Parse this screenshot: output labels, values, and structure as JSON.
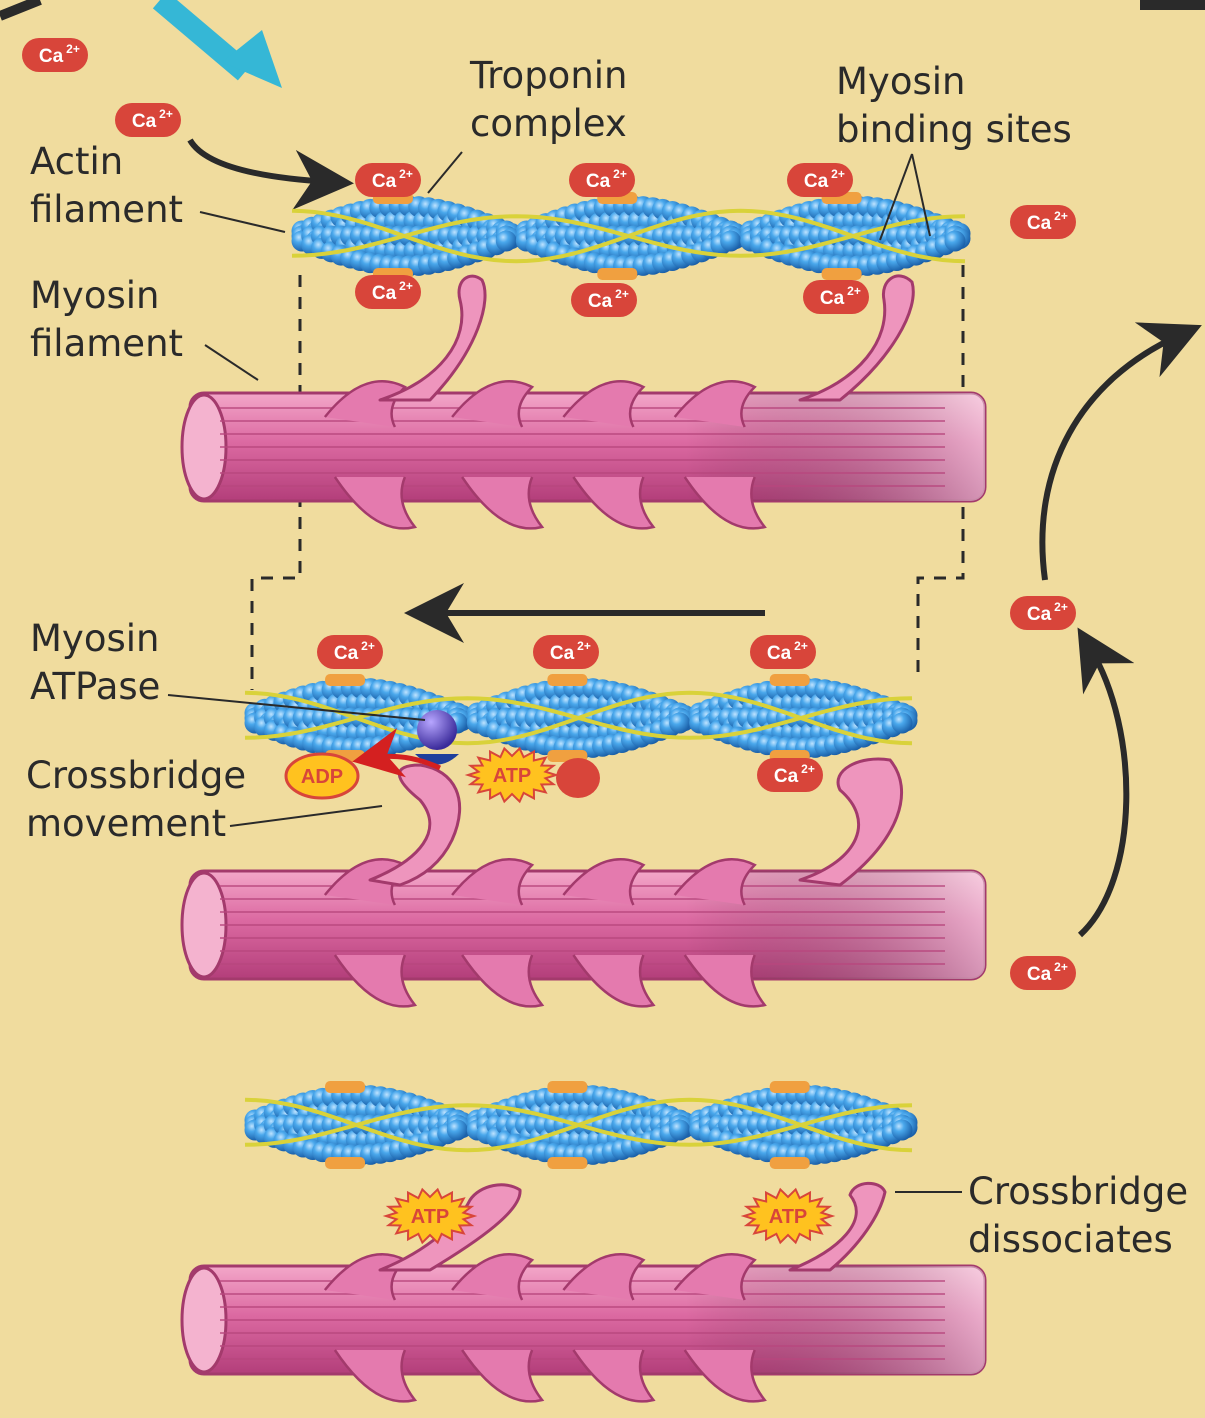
{
  "labels": {
    "troponin_1": "Troponin",
    "troponin_2": "complex",
    "myosin_sites_1": "Myosin",
    "myosin_sites_2": "binding sites",
    "actin_1": "Actin",
    "actin_2": "filament",
    "myosin_fil_1": "Myosin",
    "myosin_fil_2": "filament",
    "atpase_1": "Myosin",
    "atpase_2": "ATPase",
    "crossmove_1": "Crossbridge",
    "crossmove_2": "movement",
    "dissoc_1": "Crossbridge",
    "dissoc_2": "dissociates"
  },
  "ion_label": "Ca2+",
  "ion_symbol": "Ca",
  "ion_charge": "2+",
  "adp_label": "ADP",
  "atp_label": "ATP",
  "colors": {
    "background": "#f0dc9e",
    "actin_blue": "#2f8fd6",
    "tropomyosin": "#d9d23a",
    "troponin_orange": "#f0a040",
    "myosin_pink": "#d9609a",
    "calcium_red": "#d8453a",
    "atp_yellow": "#ffc21f",
    "arrow_cyan": "#35b7d6",
    "arrow_dark": "#2a2a2a"
  }
}
